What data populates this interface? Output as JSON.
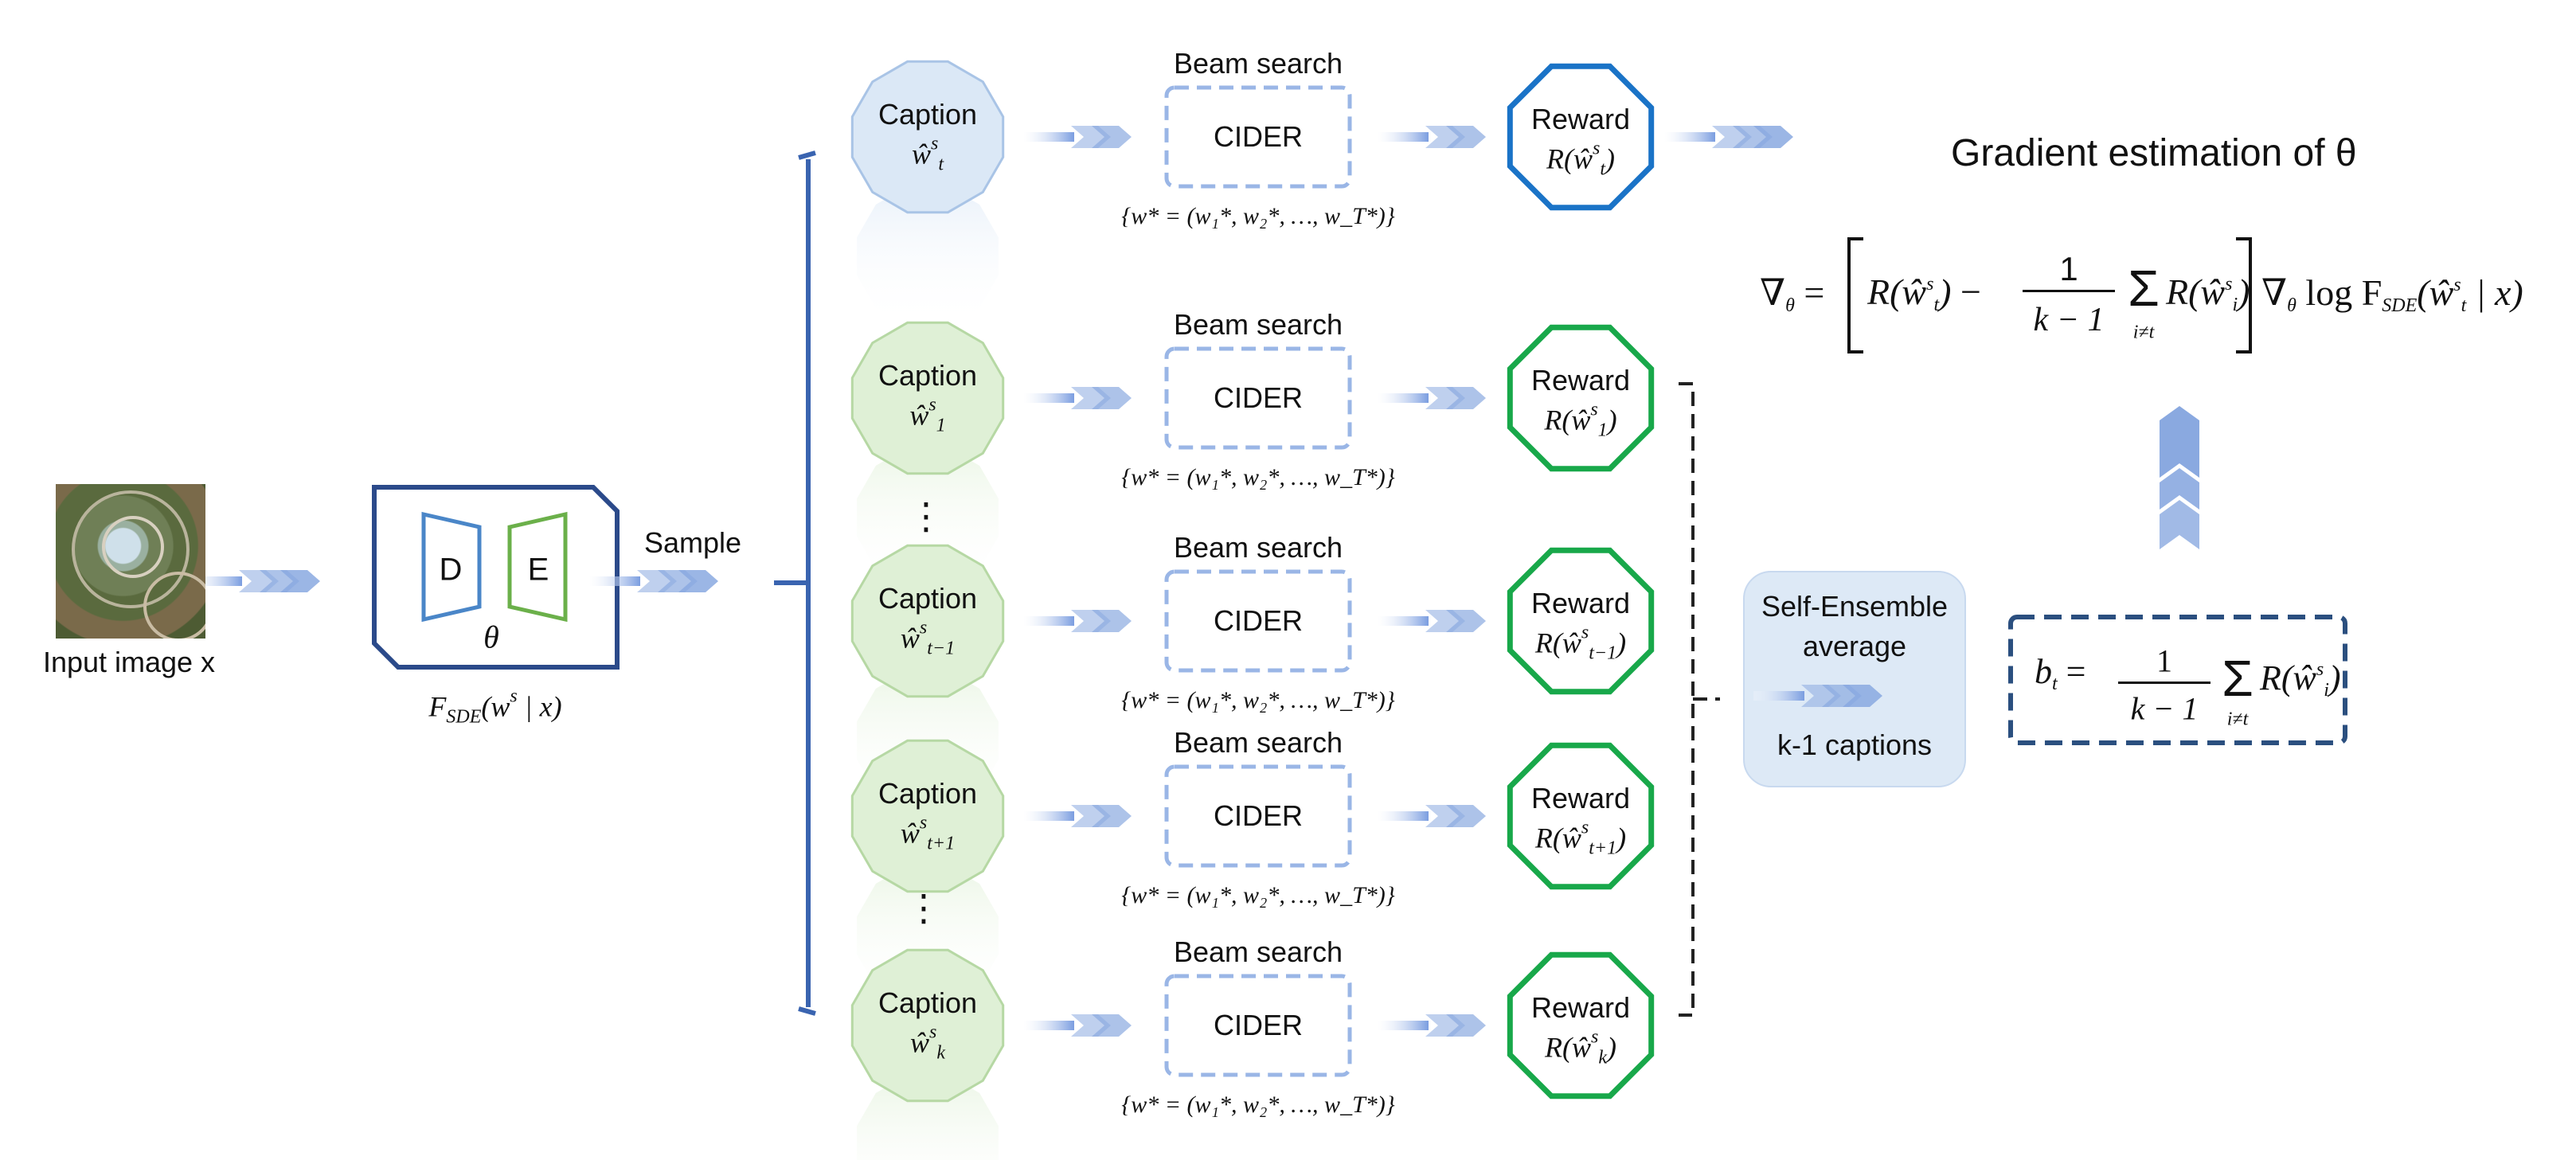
{
  "input": {
    "label": "Input image x"
  },
  "model": {
    "decoder": "D",
    "encoder": "E",
    "param": "θ",
    "formula_F": "F",
    "formula_F_sub": "SDE",
    "formula_args": "(w",
    "formula_args_sup": "s",
    "formula_args_tail": " | x)"
  },
  "sample_label": "Sample",
  "branches": [
    {
      "caption_word": "Caption",
      "caption_sym": "ŵ",
      "caption_sub": "t",
      "caption_sup": "s",
      "style": "blue"
    },
    {
      "caption_word": "Caption",
      "caption_sym": "ŵ",
      "caption_sub": "1",
      "caption_sup": "s",
      "style": "green"
    },
    {
      "caption_word": "Caption",
      "caption_sym": "ŵ",
      "caption_sub": "t−1",
      "caption_sup": "s",
      "style": "green"
    },
    {
      "caption_word": "Caption",
      "caption_sym": "ŵ",
      "caption_sub": "t+1",
      "caption_sup": "s",
      "style": "green"
    },
    {
      "caption_word": "Caption",
      "caption_sym": "ŵ",
      "caption_sub": "k",
      "caption_sup": "s",
      "style": "green"
    }
  ],
  "beam": {
    "title": "Beam search",
    "box": "CIDER",
    "formula": "{w* = (w₁*, w₂*, …, w_T*)}"
  },
  "reward": {
    "word": "Reward",
    "fn": "R"
  },
  "ellipsis": "⋮",
  "ensemble": {
    "line1": "Self-Ensemble",
    "line2": "average",
    "line3": "k-1 captions"
  },
  "baseline": {
    "lhs": "b",
    "lhs_sub": "t",
    "eq": "=",
    "frac_num": "1",
    "frac_den": "k − 1",
    "sum": "Σ",
    "sum_sub": "i≠t",
    "term": "R(ŵ",
    "term_sub": "i",
    "term_sup": "s",
    "term_tail": ")"
  },
  "gradient": {
    "title": "Gradient estimation of θ",
    "nabla": "∇",
    "nabla_sub": "θ",
    "eq": "=",
    "r1": "R(ŵ",
    "r1_sub": "t",
    "r1_sup": "s",
    "r1_tail": ")",
    "minus": "−",
    "frac_num": "1",
    "frac_den": "k − 1",
    "sum": "Σ",
    "sum_sub": "i≠t",
    "r2": "R(ŵ",
    "r2_sub": "i",
    "r2_sup": "s",
    "r2_tail": ")",
    "log": "∇",
    "log_sub": "θ",
    "log_word": "log F",
    "log_F_sub": "SDE",
    "log_args": "(ŵ",
    "log_args_sub": "t",
    "log_args_sup": "s",
    "log_args_tail": " | x)"
  },
  "colors": {
    "blue_caption_fill": "#dbe8f6",
    "blue_caption_stroke": "#a9c4e6",
    "green_caption_fill": "#dff0d6",
    "green_caption_stroke": "#b6d8a4",
    "reward_blue": "#1a73c7",
    "reward_green": "#18a84a",
    "arrow": "#8aa9e0",
    "model_border": "#2b4a8a",
    "decoder_stroke": "#4a86c8",
    "encoder_stroke": "#6bb04a",
    "baseline_border": "#2b4f7f",
    "ensemble_fill": "#dde9f6"
  }
}
